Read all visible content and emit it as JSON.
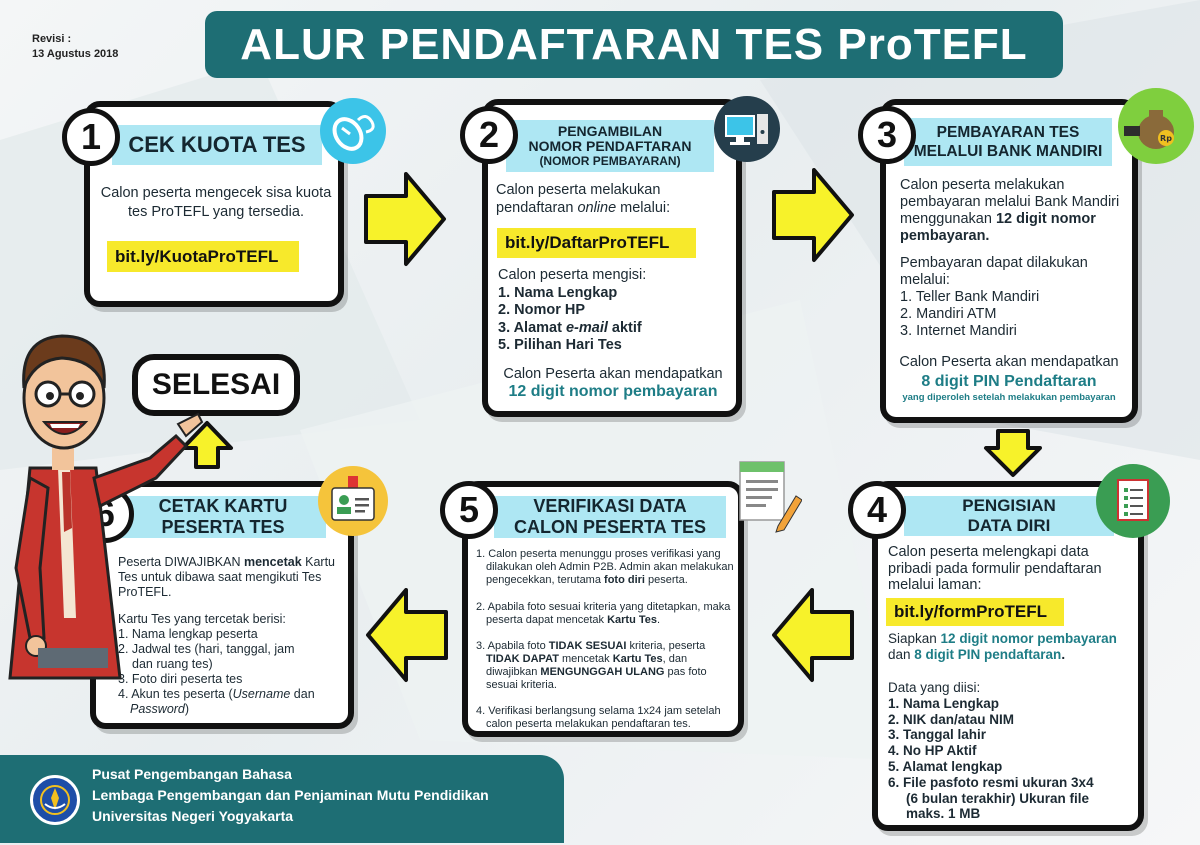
{
  "revisi": {
    "label": "Revisi :",
    "date": "13 Agustus 2018"
  },
  "title": "ALUR PENDAFTARAN TES ProTEFL",
  "step1": {
    "number": "1",
    "title": "CEK KUOTA TES",
    "icon": "mouse-click-icon",
    "desc": "Calon peserta mengecek sisa kuota tes ProTEFL yang tersedia.",
    "link": "bit.ly/KuotaProTEFL"
  },
  "step2": {
    "number": "2",
    "title_line1": "PENGAMBILAN",
    "title_line2": "NOMOR PENDAFTARAN",
    "title_line3": "(NOMOR PEMBAYARAN)",
    "icon": "computer-icon",
    "desc_a": "Calon peserta melakukan pendaftaran ",
    "desc_em": "online",
    "desc_b": " melalui:",
    "link": "bit.ly/DaftarProTEFL",
    "fill_intro": "Calon peserta mengisi:",
    "items": [
      "1. Nama Lengkap",
      "2. Nomor HP"
    ],
    "item3_a": "3. Alamat ",
    "item3_em": "e-mail",
    "item3_b": " aktif",
    "item5": "5. Pilihan Hari Tes",
    "result_intro": "Calon Peserta akan mendapatkan",
    "result": "12 digit nomor pembayaran"
  },
  "step3": {
    "number": "3",
    "title_line1": "PEMBAYARAN TES",
    "title_line2": "MELALUI BANK MANDIRI",
    "icon": "money-bag-icon",
    "desc_a": "Calon peserta melakukan pembayaran melalui Bank Mandiri menggunakan ",
    "desc_b": "12 digit nomor pembayaran.",
    "ways_intro": "Pembayaran dapat dilakukan melalui:",
    "ways": [
      "1. Teller Bank Mandiri",
      "2. Mandiri ATM",
      "3. Internet Mandiri"
    ],
    "result_intro": "Calon Peserta akan mendapatkan",
    "result": "8 digit PIN Pendaftaran",
    "result_note": "yang diperoleh setelah melakukan pembayaran"
  },
  "step4": {
    "number": "4",
    "title_line1": "PENGISIAN",
    "title_line2": "DATA DIRI",
    "icon": "checklist-icon",
    "desc": "Calon peserta melengkapi data pribadi pada formulir pendaftaran melalui laman:",
    "link": "bit.ly/formProTEFL",
    "prep_a": "Siapkan ",
    "prep_b": "12 digit nomor pembayaran",
    "prep_c": " dan ",
    "prep_d": "8 digit PIN pendaftaran",
    "prep_e": ".",
    "data_intro": "Data yang diisi:",
    "items": [
      "1. Nama Lengkap",
      "2. NIK dan/atau NIM",
      "3. Tanggal lahir",
      "4. No HP Aktif",
      "5. Alamat lengkap",
      "6. File pasfoto resmi ukuran 3x4",
      "(6 bulan terakhir) Ukuran file",
      "maks. 1 MB"
    ]
  },
  "step5": {
    "number": "5",
    "title_line1": "VERIFIKASI DATA",
    "title_line2": "CALON PESERTA TES",
    "icon": "document-pencil-icon",
    "p1_a": "1. Calon peserta menunggu proses verifikasi yang dilakukan oleh Admin P2B. Admin akan melakukan pengecekkan, terutama ",
    "p1_b": "foto diri",
    "p1_c": " peserta.",
    "p2_a": "2. Apabila foto sesuai kriteria yang ditetapkan, maka peserta dapat  mencetak ",
    "p2_b": "Kartu Tes",
    "p2_c": ".",
    "p3_a": "3. Apabila foto ",
    "p3_b": "TIDAK SESUAI",
    "p3_c": " kriteria, peserta ",
    "p3_d": "TIDAK DAPAT",
    "p3_e": " mencetak ",
    "p3_f": "Kartu Tes",
    "p3_g": ", dan diwajibkan ",
    "p3_h": "MENGUNGGAH ULANG",
    "p3_i": " pas foto sesuai kriteria.",
    "p4": "4. Verifikasi berlangsung selama 1x24 jam setelah calon peserta melakukan pendaftaran tes."
  },
  "step6": {
    "number": "6",
    "title_line1": "CETAK KARTU",
    "title_line2": "PESERTA TES",
    "icon": "id-card-icon",
    "desc_a": "Peserta DIWAJIBKAN ",
    "desc_b": "mencetak",
    "desc_c": " Kartu Tes untuk dibawa saat mengikuti Tes ProTEFL.",
    "list_intro": "Kartu Tes yang tercetak berisi:",
    "items": [
      "1. Nama lengkap peserta",
      "2. Jadwal tes (hari, tanggal, jam",
      "dan ruang tes)",
      "3. Foto diri peserta tes"
    ],
    "item4_a": "4. Akun tes peserta (",
    "item4_em1": "Username",
    "item4_b": " dan",
    "item4_em2": "Password",
    "item4_c": ")"
  },
  "selesai": "SELESAI",
  "footer": {
    "line1": "Pusat Pengembangan Bahasa",
    "line2": "Lembaga Pengembangan dan Penjaminan Mutu Pendidikan",
    "line3": "Universitas Negeri Yogyakarta",
    "logo": "university-logo-icon"
  },
  "colors": {
    "teal": "#1e6e74",
    "header": "#aee7f3",
    "arrow": "#f7f22a",
    "link": "#f7e92b",
    "accent_text": "#1e7d86"
  }
}
